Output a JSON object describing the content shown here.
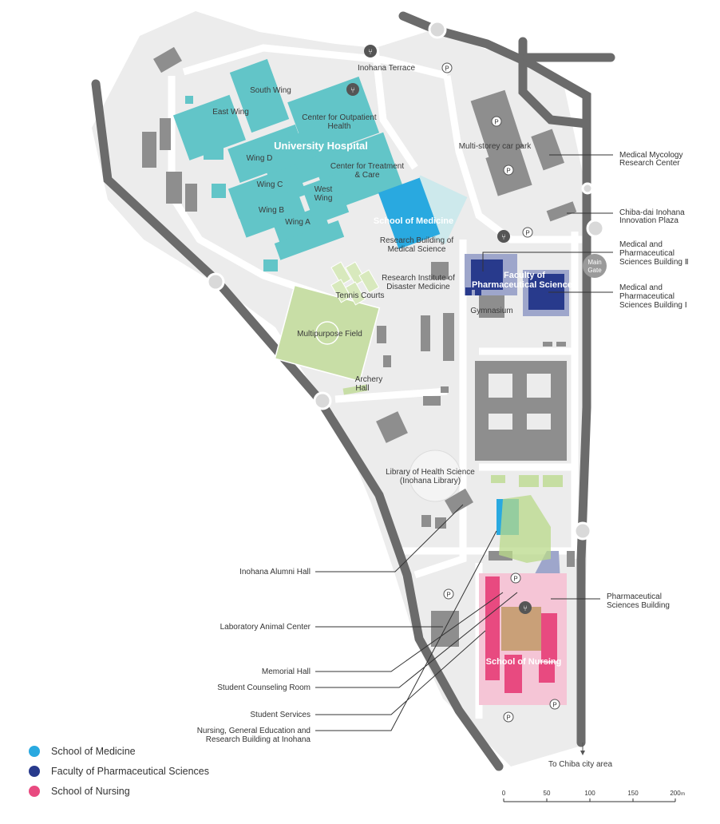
{
  "colors": {
    "medicine": "#29a9e0",
    "medicine_bldg": "#62c5c8",
    "pharma": "#283a8c",
    "nursing": "#e84a80",
    "ground": "#ececec",
    "road": "#6b6b6b",
    "building": "#8e8e8e",
    "field": "#c8dea6"
  },
  "map": {
    "hospital_label": "University Hospital",
    "medicine_label": "School of Medicine",
    "pharma_label_1": "Faculty of",
    "pharma_label_2": "Pharmaceutical Sciences",
    "nursing_label": "School of Nursing",
    "parking_symbol": "P",
    "main_gate_1": "Main",
    "main_gate_2": "Gate",
    "labels": {
      "inohana_terrace": "Inohana Terrace",
      "south_wing": "South Wing",
      "east_wing": "East Wing",
      "outpatient_1": "Center for Outpatient",
      "outpatient_2": "Health",
      "wing_d": "Wing D",
      "treatment_1": "Center for Treatment",
      "treatment_2": "& Care",
      "wing_c": "Wing C",
      "west_wing_1": "West",
      "west_wing_2": "Wing",
      "wing_b": "Wing B",
      "wing_a": "Wing A",
      "rbms_1": "Research Building of",
      "rbms_2": "Medical Science",
      "ridm_1": "Research Institute of",
      "ridm_2": "Disaster Medicine",
      "tennis": "Tennis Courts",
      "multipurpose": "Multipurpose Field",
      "archery_1": "Archery",
      "archery_2": "Hall",
      "gymnasium": "Gymnasium",
      "carpark": "Multi-storey car park",
      "library_1": "Library of Health Science",
      "library_2": "(Inohana Library)",
      "to_city": "To Chiba city area"
    }
  },
  "callouts_right": [
    {
      "line1": "Medical Mycology",
      "line2": "Research Center"
    },
    {
      "line1": "Chiba-dai Inohana",
      "line2": "Innovation Plaza"
    },
    {
      "line1": "Medical and",
      "line2": "Pharmaceutical",
      "line3": "Sciences Building Ⅱ"
    },
    {
      "line1": "Medical and",
      "line2": "Pharmaceutical",
      "line3": "Sciences Building Ⅰ"
    },
    {
      "line1": "Pharmaceutical",
      "line2": "Sciences Building"
    }
  ],
  "callouts_left": [
    {
      "line1": "Inohana Alumni Hall"
    },
    {
      "line1": "Laboratory Animal Center"
    },
    {
      "line1": "Memorial Hall"
    },
    {
      "line1": "Student Counseling Room"
    },
    {
      "line1": "Student Services"
    },
    {
      "line1": "Nursing, General Education and",
      "line2": "Research Building at Inohana"
    }
  ],
  "legend": [
    {
      "label": "School of Medicine",
      "color": "#29a9e0"
    },
    {
      "label": "Faculty of Pharmaceutical Sciences",
      "color": "#283a8c"
    },
    {
      "label": "School of Nursing",
      "color": "#e84a80"
    }
  ],
  "scale": {
    "ticks": [
      "0",
      "50",
      "100",
      "150",
      "200"
    ],
    "unit": "m"
  }
}
